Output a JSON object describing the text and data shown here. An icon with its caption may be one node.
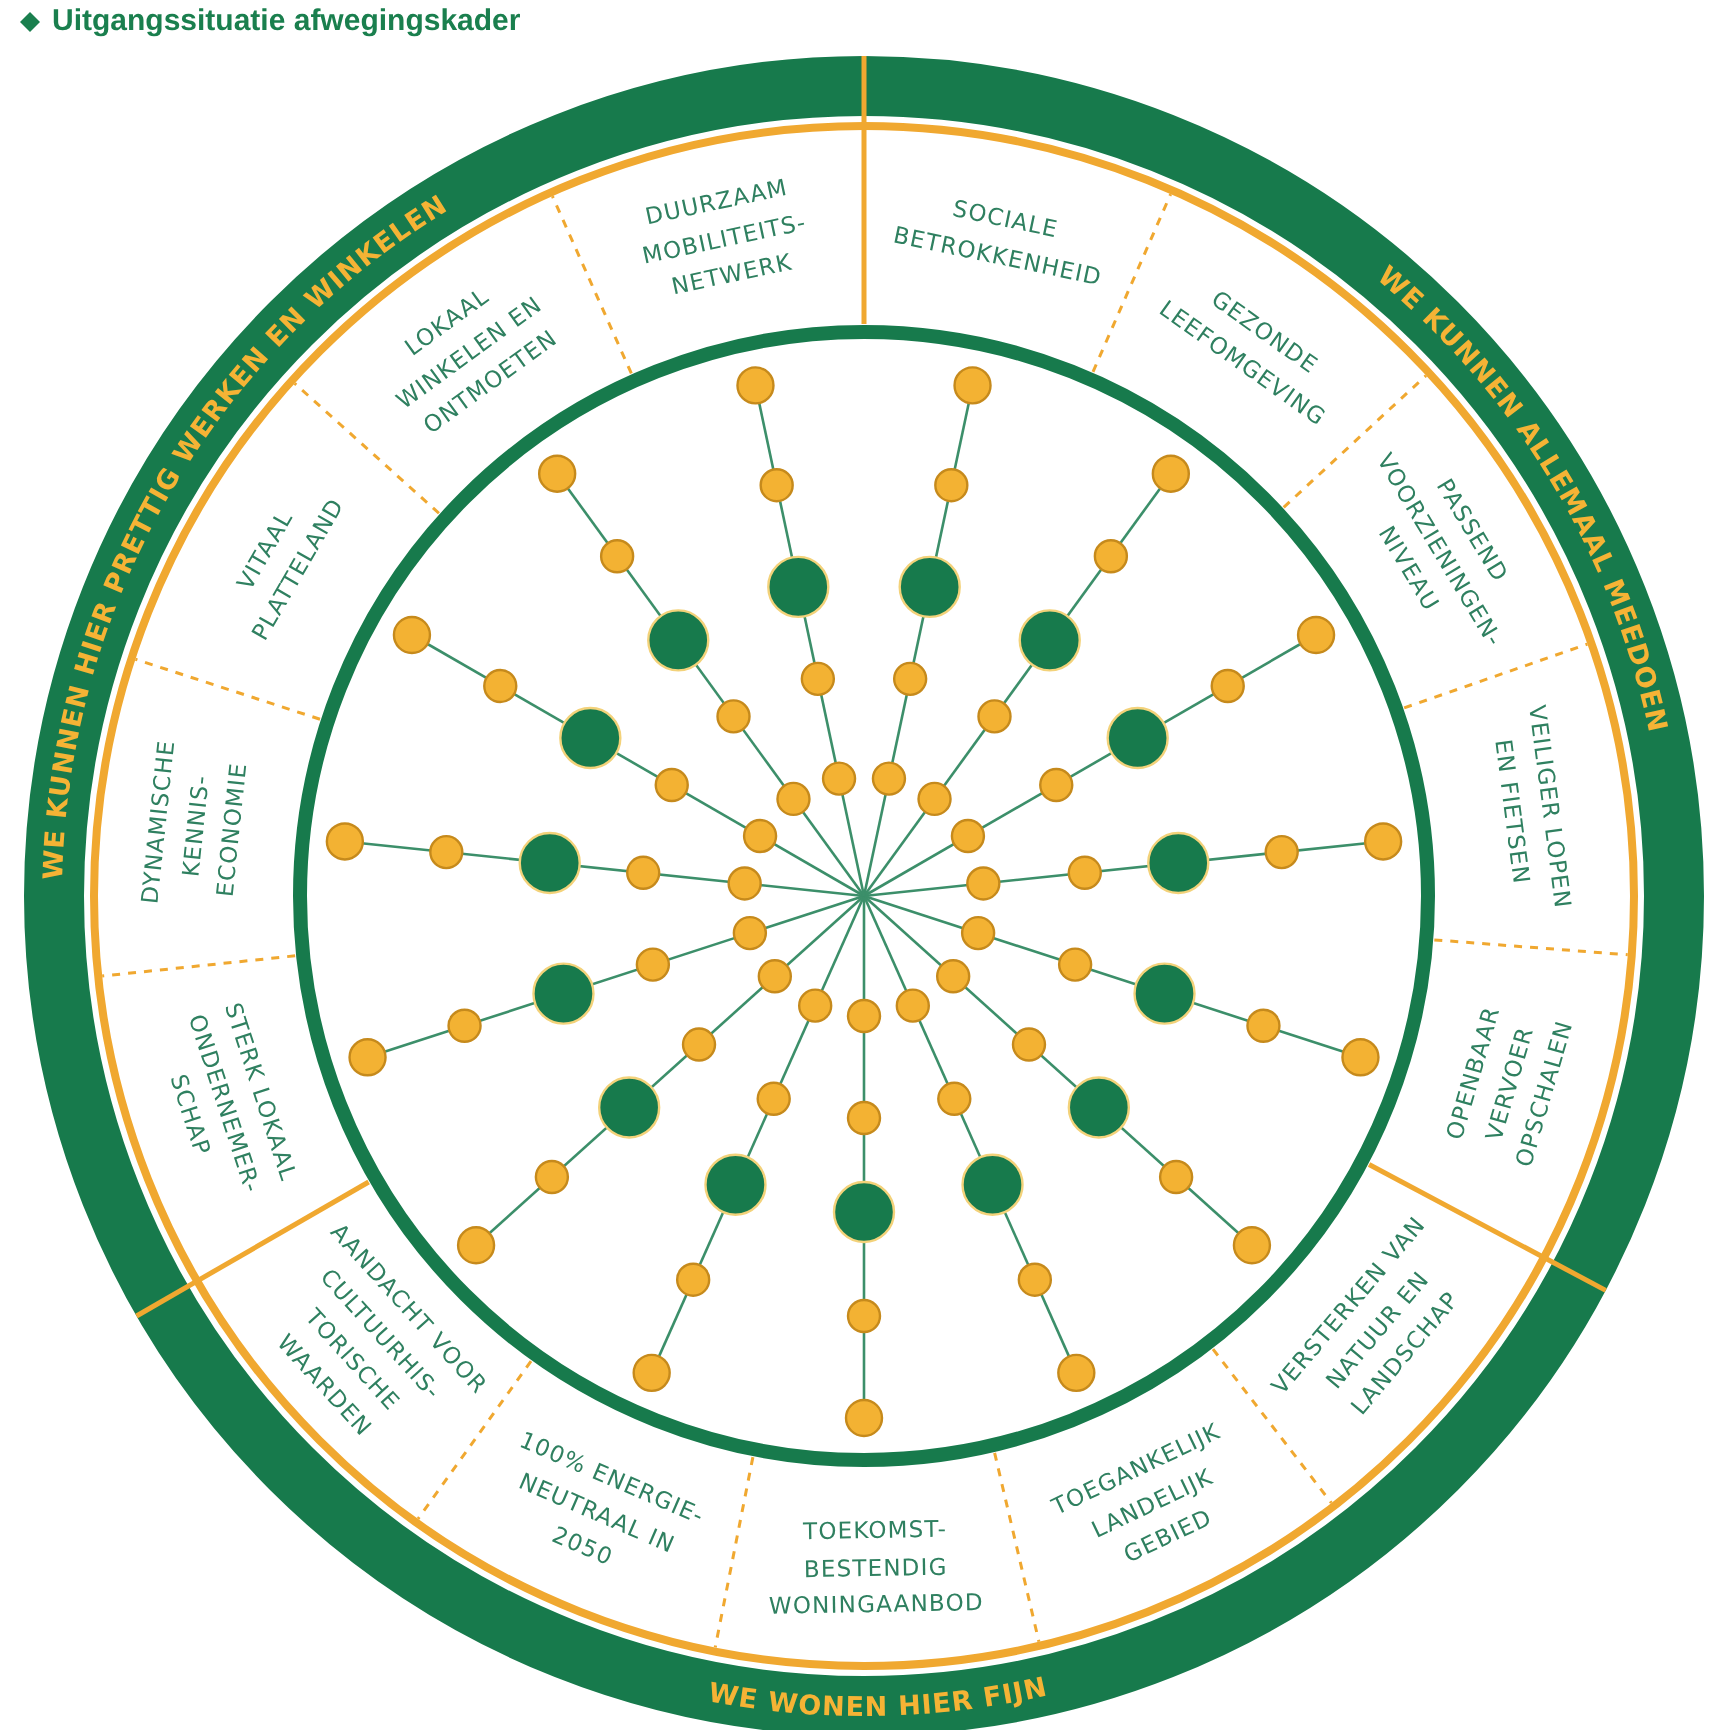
{
  "diagram": {
    "title": "Uitgangssituatie afwegingskader",
    "nodes": [
      {
        "text": [
          "WE KUNNEN HIER PRETTIG WERKEN EN WINKELEN"
        ]
      },
      {
        "text": [
          "WE KUNNEN ALLEMAAL MEEDOEN"
        ]
      },
      {
        "text": [
          "WE WONEN HIER FIJN"
        ]
      },
      {
        "text": [
          "SOCIALE BETROKKENHEID"
        ]
      },
      {
        "text": [
          "GEZONDE LEEFOMGEVING"
        ]
      },
      {
        "text": [
          "PASSEND VOORZIENINGEN-NIVEAU"
        ]
      },
      {
        "text": [
          "VEILIGER LOPEN EN FIETSEN"
        ]
      },
      {
        "text": [
          "OPENBAAR VERVOER OPSCHALEN"
        ]
      },
      {
        "text": [
          "VERSTERKEN VAN NATUUR EN LANDSCHAP"
        ]
      },
      {
        "text": [
          "TOEGANKELIJK LANDELIJK GEBIED"
        ]
      },
      {
        "text": [
          "TOEKOMST-BESTENDIG WONINGAANBOD"
        ]
      },
      {
        "text": [
          "100% ENERGIE-NEUTRAAL IN 2050"
        ]
      },
      {
        "text": [
          "AANDACHT VOOR CULTUURHIS-TORISCHE WAARDEN"
        ]
      },
      {
        "text": [
          "STERK LOKAAL ONDERNEMER-SCHAP"
        ]
      },
      {
        "text": [
          "DYNAMISCHE KENNIS-ECONOMIE"
        ]
      },
      {
        "text": [
          "VITAAL PLATTELAND"
        ]
      },
      {
        "text": [
          "LOKAAL WINKELEN EN ONTMOETEN"
        ]
      },
      {
        "text": [
          "DUURZAAM MOBILITEITS-NETWERK"
        ]
      }
    ]
  }
}
